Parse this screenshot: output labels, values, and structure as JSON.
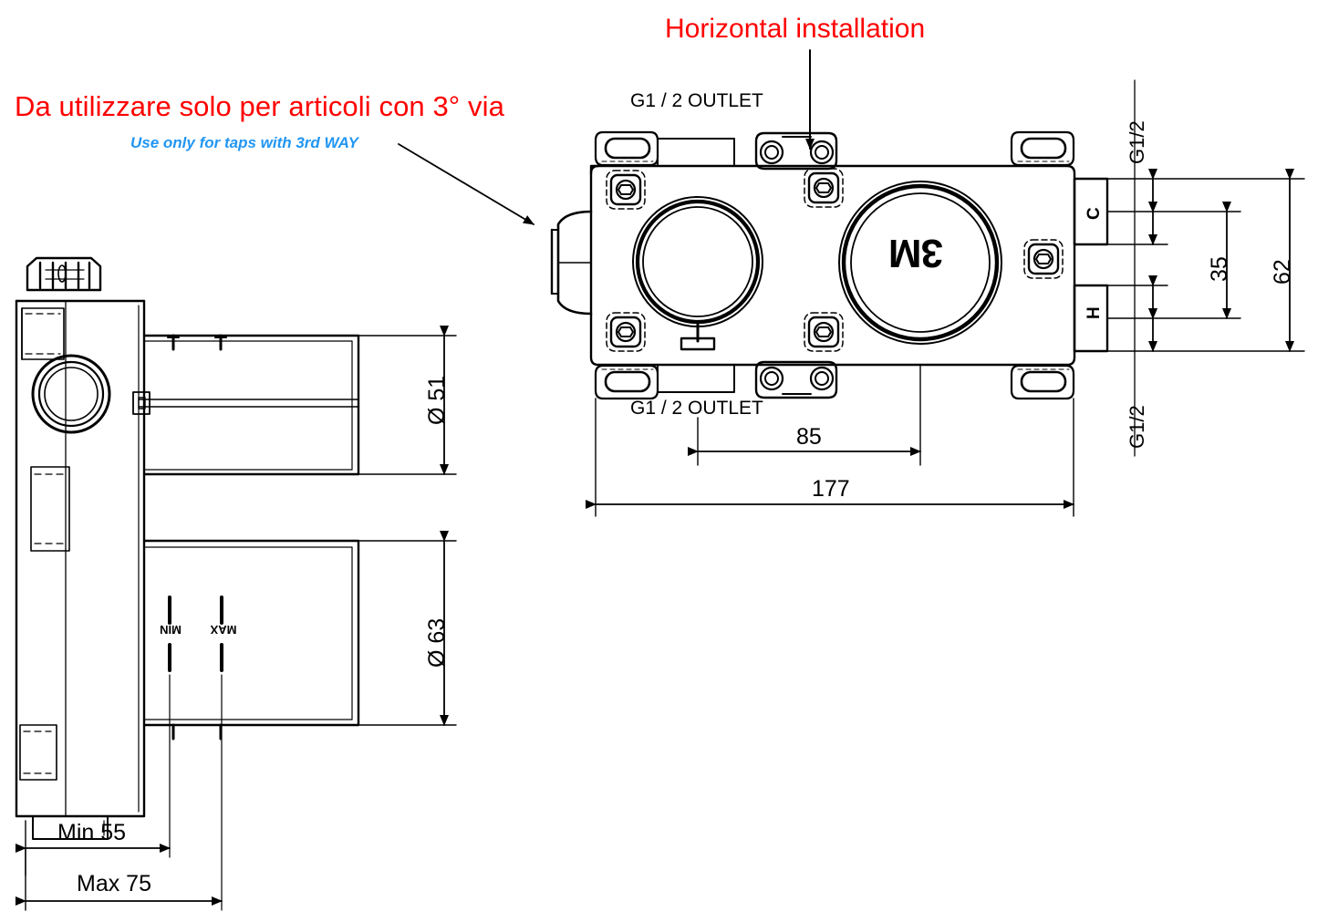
{
  "drawing": {
    "title_notes": {
      "italian_note": "Da utilizzare solo per articoli con 3° via",
      "english_note": "Use only for taps with 3rd WAY",
      "horizontal_label": "Horizontal installation",
      "italian_note_color": "#ff0000",
      "english_note_color": "#2196f3",
      "horizontal_label_color": "#ff0000"
    },
    "front_view": {
      "outlet_top_label": "G1 / 2 OUTLET",
      "outlet_bottom_label": "G1 / 2 OUTLET",
      "body_marking": "3M",
      "dim_width_overall": "177",
      "dim_center_spacing": "85",
      "inlet_top_label": "G1/2",
      "inlet_bottom_label": "G1/2",
      "port_cold": "C",
      "port_hot": "H",
      "dim_port_spacing": "35",
      "dim_height_overall": "62"
    },
    "side_view": {
      "dim_diameter_upper": "Ø 51",
      "dim_diameter_lower": "Ø 63",
      "mark_min": "MIN",
      "mark_max": "MAX",
      "dim_depth_min": "Min  55",
      "dim_depth_max": "Max  75"
    }
  }
}
